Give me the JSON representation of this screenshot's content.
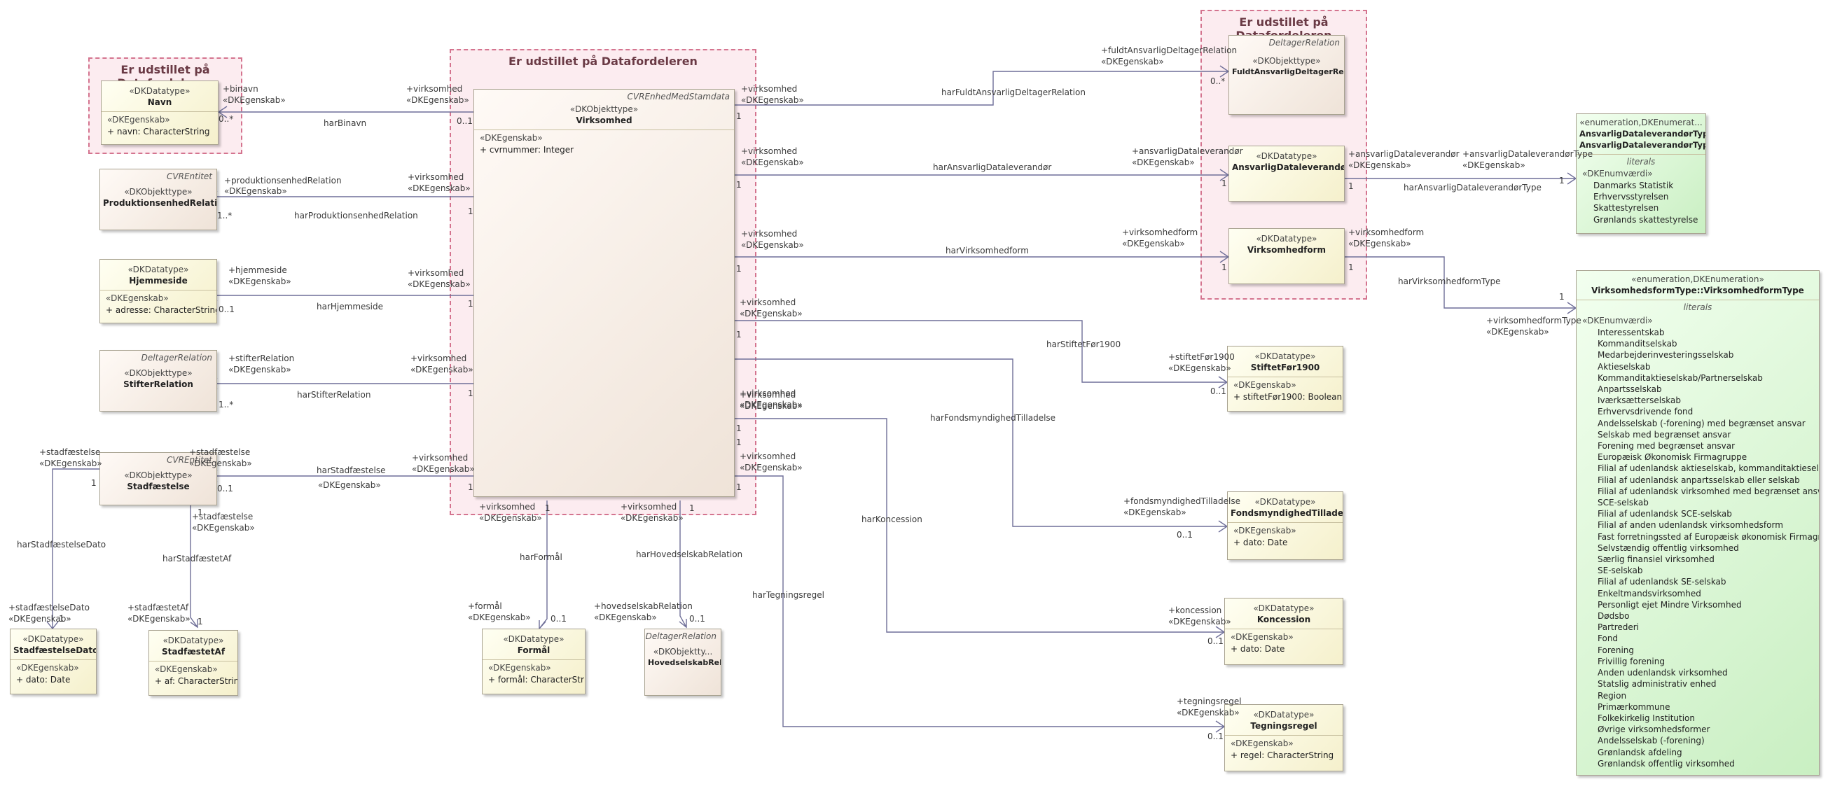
{
  "packages": {
    "left_title": "Er udstillet på Datafordeleren",
    "center_title": "Er udstillet på Datafordeleren",
    "right_title": "Er udstillet på Datafordeleren"
  },
  "classes": {
    "virksomhed": {
      "tag": "CVREnhedMedStamdata",
      "stereo": "«DKObjekttype»",
      "name": "Virksomhed",
      "attr_stereo": "«DKEgenskab»",
      "attr": "+    cvrnummer: Integer"
    },
    "navn": {
      "stereo": "«DKDatatype»",
      "name": "Navn",
      "attr_stereo": "«DKEgenskab»",
      "attr": "+    navn: CharacterString"
    },
    "produktionsenhed_relation": {
      "tag": "CVREntitet",
      "stereo": "«DKObjekttype»",
      "name": "ProduktionsenhedRelation"
    },
    "hjemmeside": {
      "stereo": "«DKDatatype»",
      "name": "Hjemmeside",
      "attr_stereo": "«DKEgenskab»",
      "attr": "+    adresse: CharacterString"
    },
    "stifter_relation": {
      "tag": "DeltagerRelation",
      "stereo": "«DKObjekttype»",
      "name": "StifterRelation"
    },
    "stadfaestelse": {
      "tag": "CVREntitet",
      "stereo": "«DKObjekttype»",
      "name": "Stadfæstelse"
    },
    "stadfaestelse_dato": {
      "stereo": "«DKDatatype»",
      "name": "StadfæstelseDato",
      "attr_stereo": "«DKEgenskab»",
      "attr": "+    dato: Date"
    },
    "stadfaestet_af": {
      "stereo": "«DKDatatype»",
      "name": "StadfæstetAf",
      "attr_stereo": "«DKEgenskab»",
      "attr": "+    af: CharacterString"
    },
    "formaal": {
      "stereo": "«DKDatatype»",
      "name": "Formål",
      "attr_stereo": "«DKEgenskab»",
      "attr": "+    formål: CharacterString"
    },
    "hovedselskab_relation": {
      "tag": "DeltagerRelation",
      "stereo": "«DKObjektty...",
      "name": "HovedselskabRelation"
    },
    "fuldt_ansvarlig": {
      "tag": "DeltagerRelation",
      "stereo": "«DKObjekttype»",
      "name": "FuldtAnsvarligDeltagerRelation"
    },
    "ansvarlig_dataleverandor": {
      "stereo": "«DKDatatype»",
      "name": "AnsvarligDataleverandør"
    },
    "virksomhedform": {
      "stereo": "«DKDatatype»",
      "name": "Virksomhedform"
    },
    "stiftet_for_1900": {
      "stereo": "«DKDatatype»",
      "name": "StiftetFør1900",
      "attr_stereo": "«DKEgenskab»",
      "attr": "+    stiftetFør1900: Boolean"
    },
    "fondsmyndighed": {
      "stereo": "«DKDatatype»",
      "name": "FondsmyndighedTilladelse",
      "attr_stereo": "«DKEgenskab»",
      "attr": "+    dato: Date"
    },
    "koncession": {
      "stereo": "«DKDatatype»",
      "name": "Koncession",
      "attr_stereo": "«DKEgenskab»",
      "attr": "+    dato: Date"
    },
    "tegningsregel": {
      "stereo": "«DKDatatype»",
      "name": "Tegningsregel",
      "attr_stereo": "«DKEgenskab»",
      "attr": "+    regel: CharacterString"
    },
    "enum_ansvarlig": {
      "stereo": "«enumeration,DKEnumerat...",
      "name_line1": "AnsvarligDataleverandørType::",
      "name_line2": "AnsvarligDataleverandørType",
      "literals_label": "literals",
      "value_stereo": "«DKEnumværdi»",
      "values": [
        "Danmarks Statistik",
        "Erhvervsstyrelsen",
        "Skattestyrelsen",
        "Grønlands skattestyrelse"
      ]
    },
    "enum_virksomhedform": {
      "stereo": "«enumeration,DKEnumeration»",
      "name": "VirksomhedsformType::VirksomhedformType",
      "literals_label": "literals",
      "value_stereo": "«DKEnumværdi»",
      "values": [
        "Interessentskab",
        "Kommanditselskab",
        "Medarbejderinvesteringsselskab",
        "Aktieselskab",
        "Kommanditaktieselskab/Partnerselskab",
        "Anpartsselskab",
        "Iværksætterselskab",
        "Erhvervsdrivende fond",
        "Andelsselskab (-forening) med begrænset ansvar",
        "Selskab med begrænset ansvar",
        "Forening med begrænset ansvar",
        "Europæisk Økonomisk Firmagruppe",
        "Filial af udenlandsk aktieselskab, kommanditaktieselskab",
        "Filial af udenlandsk anpartsselskab eller selskab",
        "Filial af udenlandsk virksomhed med begrænset ansvar",
        "SCE-selskab",
        "Filial af udenlandsk SCE-selskab",
        "Filial af anden udenlandsk virksomhedsform",
        "Fast forretningssted af Europæisk økonomisk Firmagruppe",
        "Selvstændig offentlig virksomhed",
        "Særlig finansiel virksomhed",
        "SE-selskab",
        "Filial af udenlandsk SE-selskab",
        "Enkeltmandsvirksomhed",
        "Personligt ejet Mindre Virksomhed",
        "Dødsbo",
        "Partrederi",
        "Fond",
        "Forening",
        "Frivillig forening",
        "Anden udenlandsk virksomhed",
        "Statslig administrativ enhed",
        "Region",
        "Primærkommune",
        "Folkekirkelig Institution",
        "Øvrige virksomhedsformer",
        "Andelsselskab (-forening)",
        "Grønlandsk afdeling",
        "Grønlandsk offentlig virksomhed"
      ]
    }
  },
  "edge_labels": [
    "+binavn",
    "«DKEgenskab»",
    "0..*",
    "harBinavn",
    "+virksomhed",
    "«DKEgenskab»",
    "0..1",
    "+produktionsenhedRelation",
    "«DKEgenskab»",
    "1..*",
    "harProduktionsenhedRelation",
    "+virksomhed",
    "«DKEgenskab»",
    "1",
    "+hjemmeside",
    "«DKEgenskab»",
    "0..1",
    "harHjemmeside",
    "+virksomhed",
    "«DKEgenskab»",
    "1",
    "+stifterRelation",
    "«DKEgenskab»",
    "1..*",
    "harStifterRelation",
    "+virksomhed",
    "«DKEgenskab»",
    "1",
    "+stadfæstelse",
    "«DKEgenskab»",
    "0..1",
    "harStadfæstelse",
    "«DKEgenskab»",
    "+virksomhed",
    "«DKEgenskab»",
    "1",
    "+stadfæstelse",
    "«DKEgenskab»",
    "1",
    "+stadfæstelse",
    "«DKEgenskab»",
    "1",
    "harStadfæstelseDato",
    "+stadfæstelseDato",
    "«DKEgenskab»",
    "1",
    "harStadfæstetAf",
    "+stadfæstetAf",
    "«DKEgenskab»",
    "1",
    "+virksomhed",
    "«DKEgenskab»",
    "1",
    "harFormål",
    "+formål",
    "«DKEgenskab»",
    "0..1",
    "+virksomhed",
    "«DKEgenskab»",
    "1",
    "harHovedselskabRelation",
    "+hovedselskabRelation",
    "«DKEgenskab»",
    "0..1",
    "harTegningsregel",
    "+virksomhed",
    "«DKEgenskab»",
    "1",
    "harFuldtAnsvarligDeltagerRelation",
    "+fuldtAnsvarligDeltagerRelation",
    "«DKEgenskab»",
    "0..*",
    "+virksomhed",
    "«DKEgenskab»",
    "1",
    "harAnsvarligDataleverandør",
    "+ansvarligDataleverandør",
    "«DKEgenskab»",
    "1",
    "+ansvarligDataleverandør",
    "«DKEgenskab»",
    "1",
    "+ansvarligDataleverandørType",
    "«DKEgenskab»",
    "harAnsvarligDataleverandørType",
    "1",
    "+virksomhed",
    "«DKEgenskab»",
    "1",
    "harVirksomhedform",
    "+virksomhedform",
    "«DKEgenskab»",
    "1",
    "+virksomhedform",
    "«DKEgenskab»",
    "1",
    "harVirksomhedformType",
    "+virksomhedformType",
    "«DKEgenskab»",
    "1",
    "+virksomhed",
    "«DKEgenskab»",
    "1",
    "harStiftetFør1900",
    "+stiftetFør1900",
    "«DKEgenskab»",
    "0..1",
    "+virksomhed",
    "«DKEgenskab»",
    "1",
    "harFondsmyndighedTilladelse",
    "+fondsmyndighedTilladelse",
    "«DKEgenskab»",
    "0..1",
    "+virksomhed",
    "«DKEgenskab»",
    "1",
    "harKoncession",
    "+koncession",
    "«DKEgenskab»",
    "0..1",
    "+virksomhed",
    "«DKEgenskab»",
    "1",
    "+tegningsregel",
    "«DKEgenskab»",
    "0..1"
  ]
}
